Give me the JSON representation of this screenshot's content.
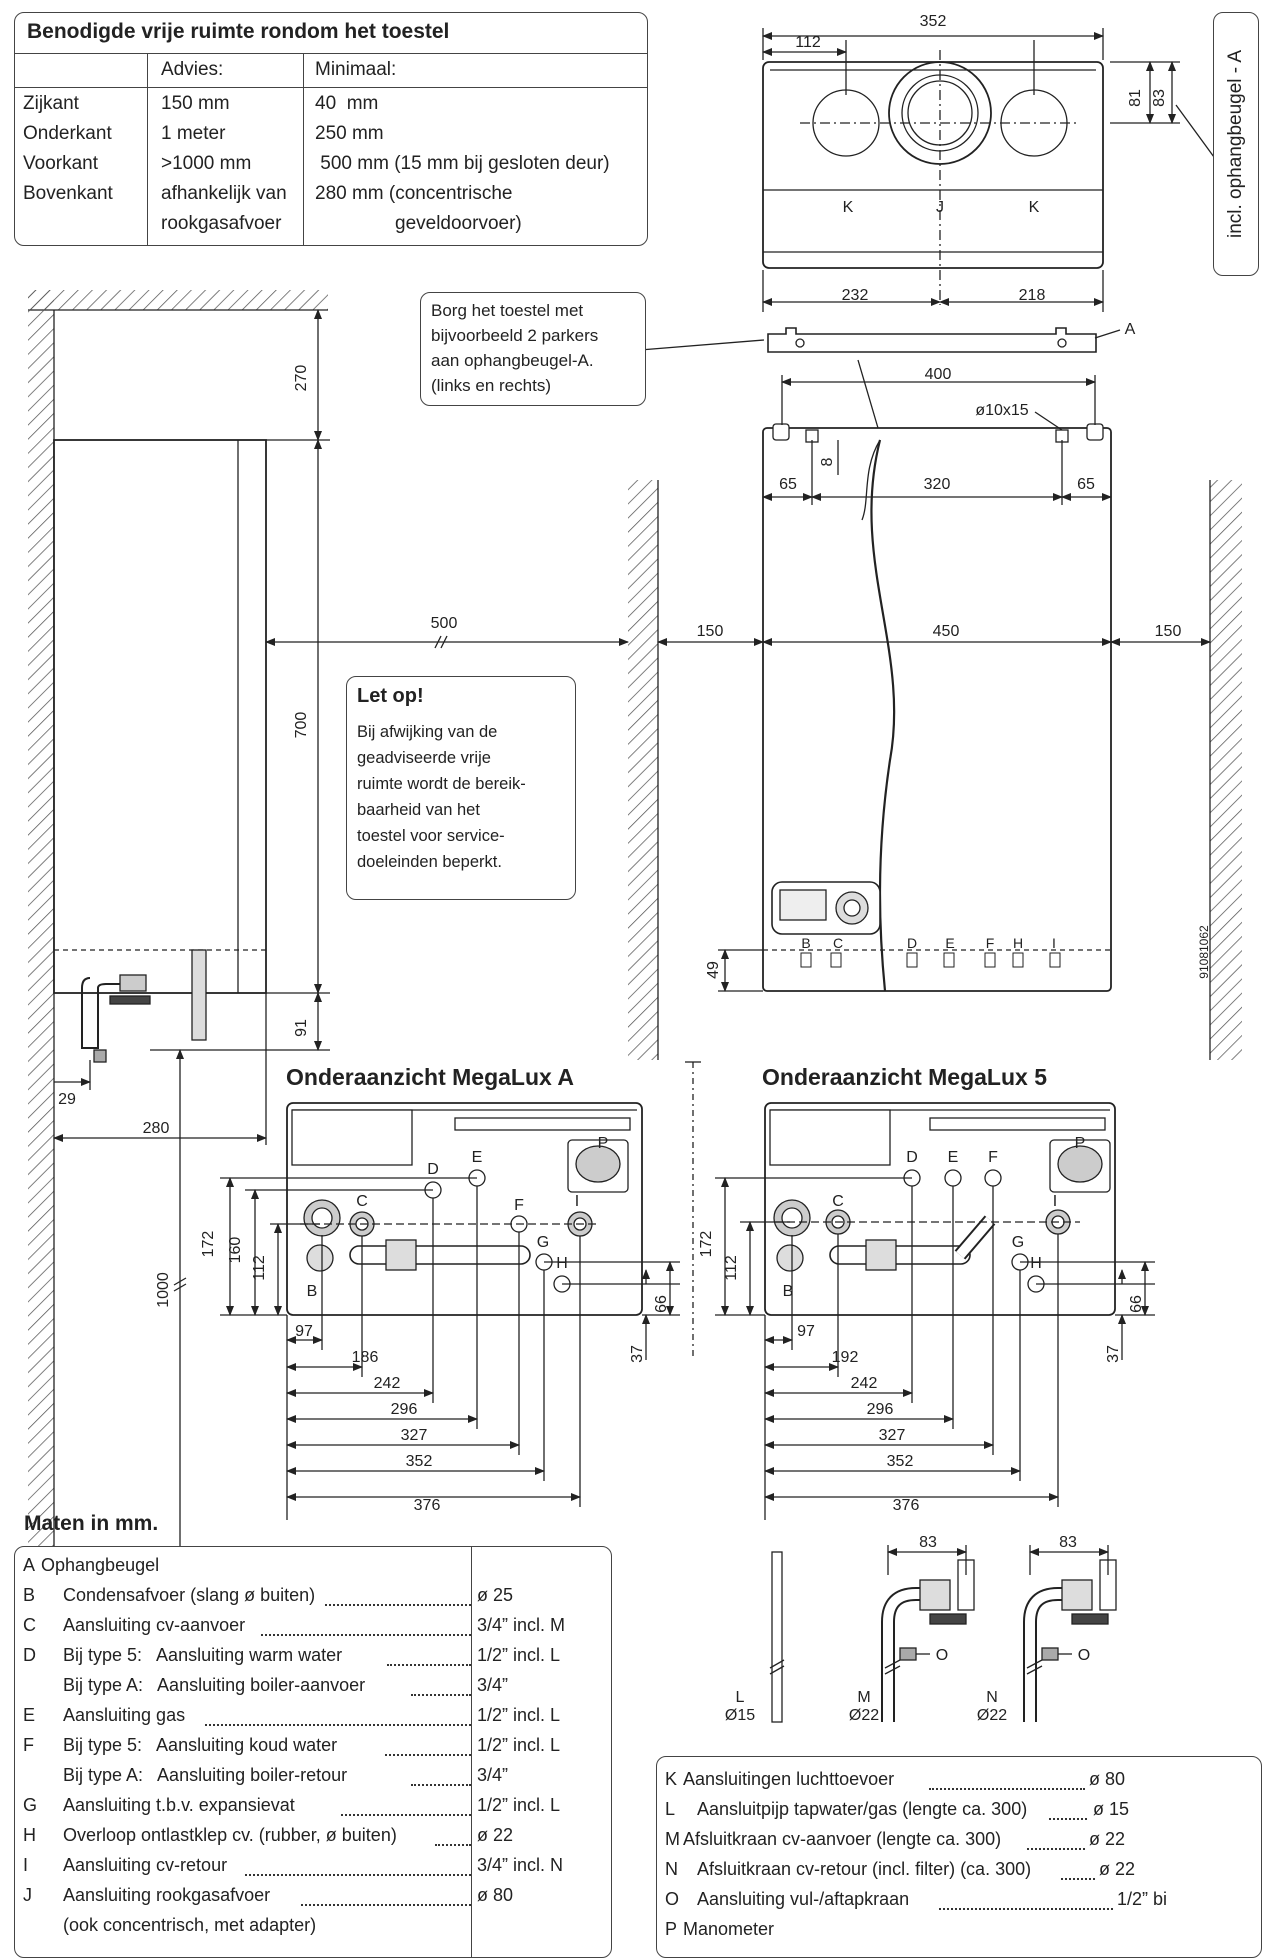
{
  "space_table": {
    "title": "Benodigde vrije ruimte rondom het toestel",
    "col_advies": "Advies:",
    "col_minimaal": "Minimaal:",
    "rows": [
      {
        "side": "Zijkant",
        "advies": "150 mm",
        "min": "40  mm"
      },
      {
        "side": "Onderkant",
        "advies": "1 meter",
        "min": "250 mm"
      },
      {
        "side": "Voorkant",
        "advies": ">1000 mm",
        "min": " 500 mm (15 mm bij gesloten deur)"
      },
      {
        "side": "Bovenkant",
        "advies": "afhankelijk van",
        "min": "280 mm (concentrische"
      },
      {
        "side": "",
        "advies": "rookgasafvoer",
        "min": "geveldoorvoer)"
      }
    ]
  },
  "borg_note": {
    "lines": [
      "Borg het toestel met",
      "bijvoorbeeld 2 parkers",
      "aan ophangbeugel-A.",
      "(links en rechts)"
    ]
  },
  "let_op": {
    "title": "Let op!",
    "lines": [
      "Bij afwijking van de",
      "geadviseerde vrije",
      "ruimte wordt de bereik-",
      "baarheid van het",
      "toestel voor service-",
      "doeleinden beperkt."
    ]
  },
  "incl_label": "incl. ophangbeugel - A",
  "drawing_code": "91081062",
  "top_view": {
    "d352": "352",
    "d112": "112",
    "d81": "81",
    "d83": "83",
    "d232": "232",
    "d218": "218",
    "K": "K",
    "J": "J"
  },
  "bracket": {
    "A": "A",
    "d400": "400",
    "hole": "ø10x15",
    "d8": "8",
    "d65": "65",
    "d320": "320"
  },
  "front": {
    "d150": "150",
    "d450": "450",
    "d49": "49",
    "letters": [
      "B",
      "C",
      "D",
      "E",
      "F",
      "H",
      "I"
    ]
  },
  "side_view": {
    "d270": "270",
    "d700": "700",
    "d500": "500",
    "d91": "91",
    "d29": "29",
    "d280": "280",
    "d1000": "1000"
  },
  "bottom_a": {
    "title": "Onderaanzicht MegaLux A",
    "labels": [
      "B",
      "C",
      "D",
      "E",
      "F",
      "G",
      "H",
      "I",
      "P"
    ],
    "v172": "172",
    "v160": "160",
    "v112": "112",
    "v66": "66",
    "v37": "37",
    "h": [
      "97",
      "186",
      "242",
      "296",
      "327",
      "352",
      "376"
    ]
  },
  "bottom_5": {
    "title": "Onderaanzicht MegaLux 5",
    "labels": [
      "B",
      "C",
      "D",
      "E",
      "F",
      "G",
      "H",
      "I",
      "P"
    ],
    "v172": "172",
    "v112": "112",
    "v66": "66",
    "v37": "37",
    "h": [
      "97",
      "192",
      "242",
      "296",
      "327",
      "352",
      "376"
    ]
  },
  "maten": "Maten in mm.",
  "pipes": {
    "d83a": "83",
    "d83b": "83",
    "O": "O",
    "L": "L",
    "M": "M",
    "N": "N",
    "L_d": "Ø15",
    "M_d": "Ø22",
    "N_d": "Ø22"
  },
  "legend_left": [
    {
      "code": "A",
      "desc": "Ophangbeugel",
      "value": ""
    },
    {
      "code": "B",
      "desc": "Condensafvoer (slang ø buiten)",
      "value": "ø 25"
    },
    {
      "code": "C",
      "desc": "Aansluiting cv-aanvoer",
      "value": "3/4” incl. M"
    },
    {
      "code": "D",
      "desc": "Bij type 5:   Aansluiting warm water",
      "value": "1/2” incl. L"
    },
    {
      "code": "",
      "desc": "Bij type A:   Aansluiting boiler-aanvoer",
      "value": "3/4”"
    },
    {
      "code": "E",
      "desc": "Aansluiting gas",
      "value": "1/2” incl. L"
    },
    {
      "code": "F",
      "desc": "Bij type 5:   Aansluiting koud water",
      "value": "1/2” incl. L"
    },
    {
      "code": "",
      "desc": "Bij type A:   Aansluiting boiler-retour",
      "value": "3/4”"
    },
    {
      "code": "G",
      "desc": "Aansluiting t.b.v. expansievat",
      "value": "1/2” incl. L"
    },
    {
      "code": "H",
      "desc": "Overloop ontlastklep cv. (rubber, ø buiten)",
      "value": "ø 22"
    },
    {
      "code": "I",
      "desc": "Aansluiting cv-retour",
      "value": "3/4” incl. N"
    },
    {
      "code": "J",
      "desc": "Aansluiting rookgasafvoer",
      "value": "ø 80"
    },
    {
      "code": "",
      "desc": "(ook concentrisch, met adapter)",
      "value": ""
    }
  ],
  "legend_right": [
    {
      "code": "K",
      "desc": "Aansluitingen luchttoevoer",
      "value": "ø 80"
    },
    {
      "code": "L",
      "desc": "Aansluitpijp tapwater/gas (lengte ca. 300)",
      "value": "ø 15"
    },
    {
      "code": "M",
      "desc": "Afsluitkraan cv-aanvoer (lengte ca. 300)",
      "value": "ø 22"
    },
    {
      "code": "N",
      "desc": "Afsluitkraan cv-retour (incl. filter) (ca. 300)",
      "value": "ø 22"
    },
    {
      "code": "O",
      "desc": "Aansluiting vul-/aftapkraan",
      "value": "1/2” bi"
    },
    {
      "code": "P",
      "desc": "Manometer",
      "value": ""
    }
  ]
}
